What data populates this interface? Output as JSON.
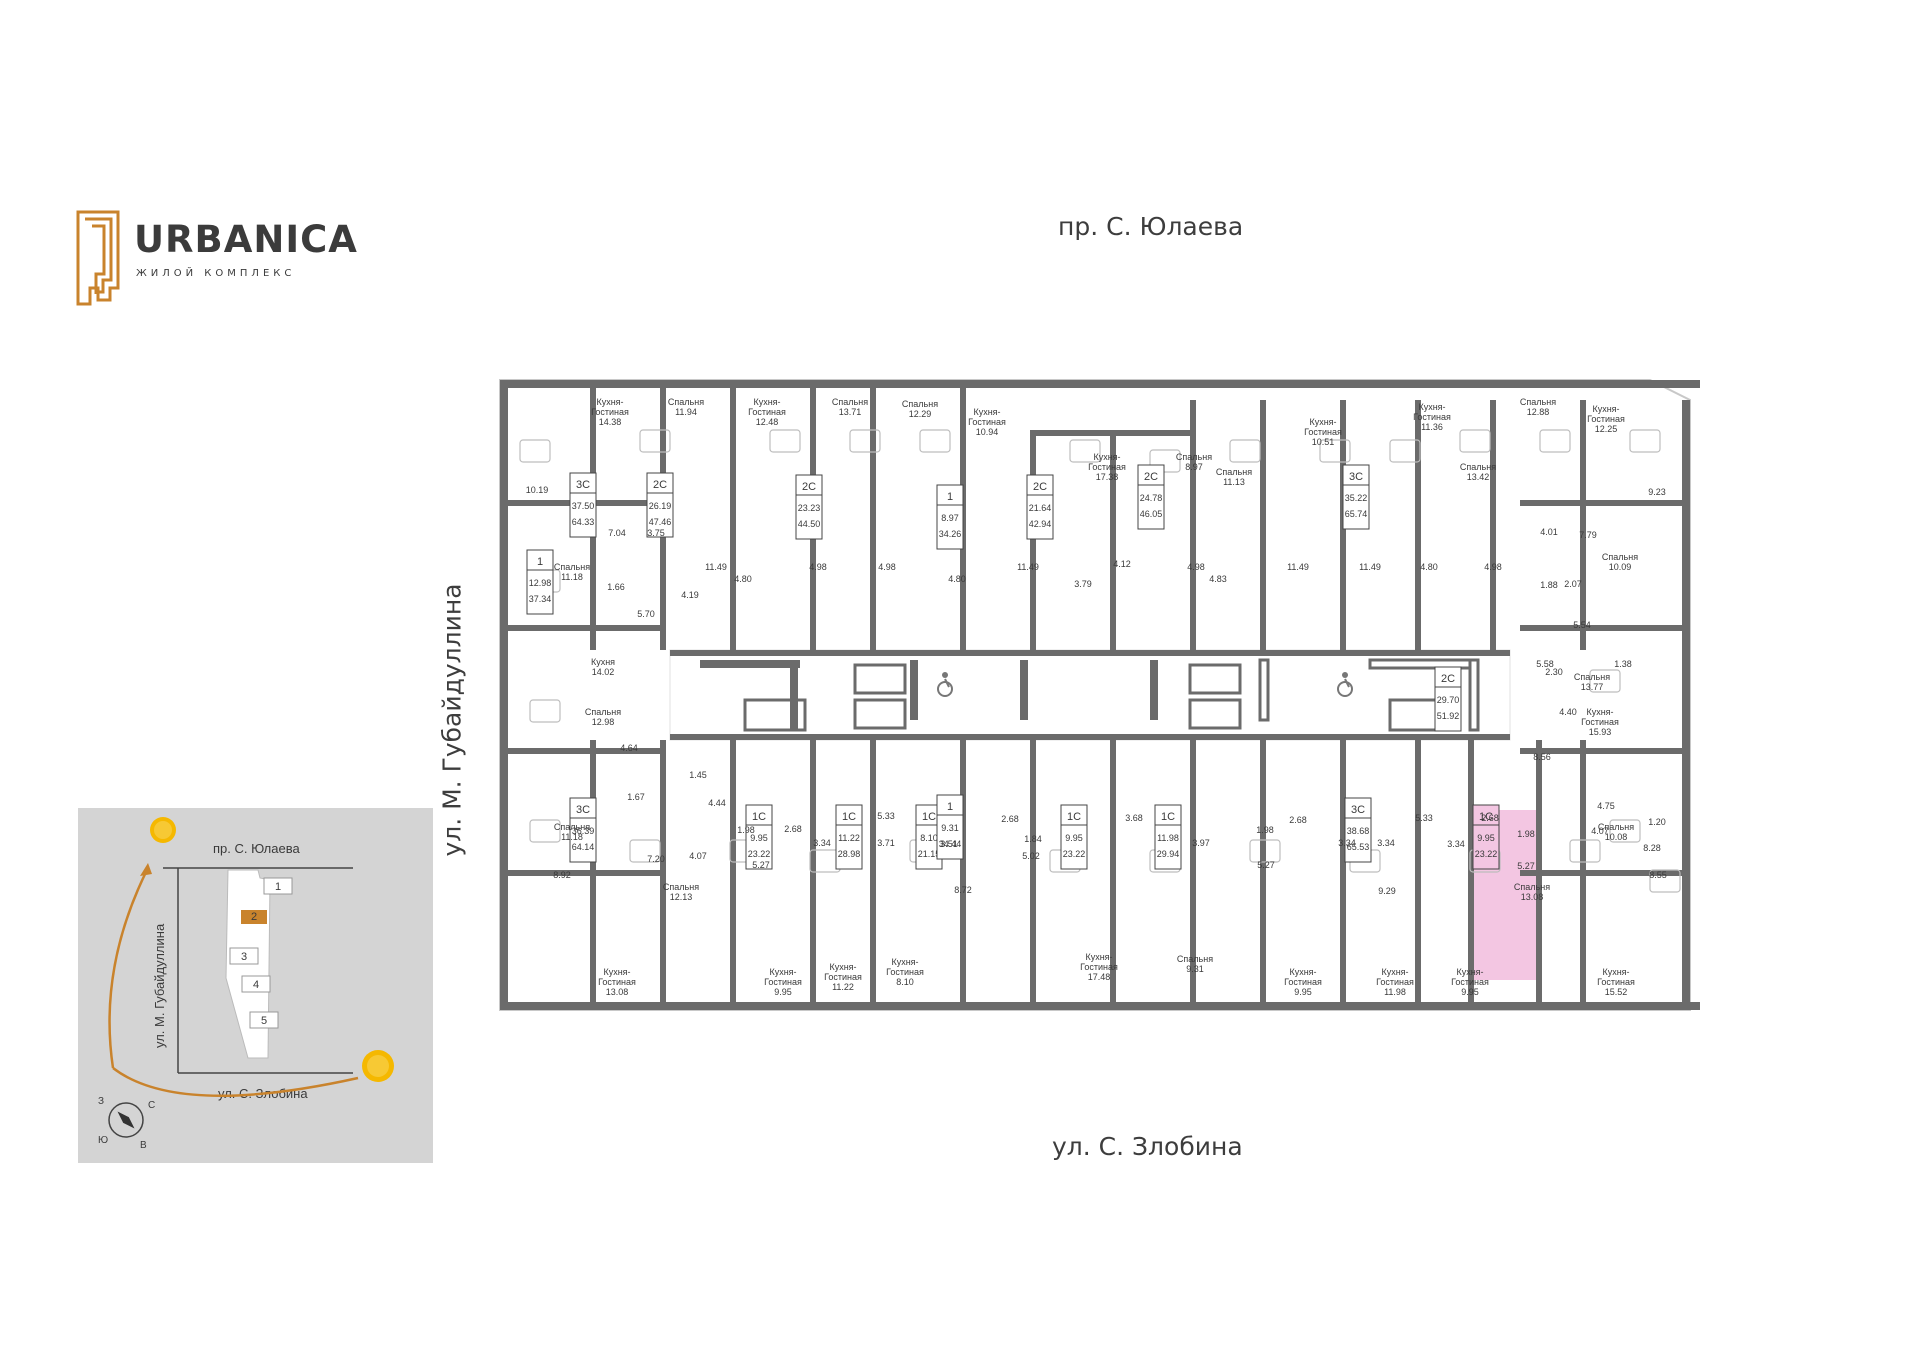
{
  "logo": {
    "name": "URBANICA",
    "subtitle": "ЖИЛОЙ КОМПЛЕКС"
  },
  "streets": {
    "top": "пр. С. Юлаева",
    "bottom": "ул. С. Злобина",
    "left": "ул. М. Губайдуллина"
  },
  "colors": {
    "wall": "#6b6b6b",
    "accent": "#c9832c",
    "highlight": "#f3c6e2",
    "minimap_bg": "#d4d4d4"
  },
  "minimap": {
    "street_top": "пр. С. Юлаева",
    "street_bottom": "ул. С. Злобина",
    "street_left": "ул. М. Губайдуллина",
    "sections": [
      "1",
      "2",
      "3",
      "4",
      "5"
    ],
    "selected_section": "2",
    "compass": [
      "З",
      "С",
      "Ю",
      "В"
    ]
  },
  "apartments": [
    {
      "id": "a1",
      "type": "3С",
      "living": "37.50",
      "total": "64.33"
    },
    {
      "id": "a2",
      "type": "2С",
      "living": "26.19",
      "total": "47.46"
    },
    {
      "id": "a3",
      "type": "2С",
      "living": "23.23",
      "total": "44.50"
    },
    {
      "id": "a4",
      "type": "1",
      "living": "8.97",
      "total": "34.26"
    },
    {
      "id": "a5",
      "type": "2С",
      "living": "21.64",
      "total": "42.94"
    },
    {
      "id": "a6",
      "type": "2С",
      "living": "24.78",
      "total": "46.05"
    },
    {
      "id": "a7",
      "type": "3С",
      "living": "35.22",
      "total": "65.74"
    },
    {
      "id": "a8",
      "type": "1",
      "living": "12.98",
      "total": "37.34"
    },
    {
      "id": "a9",
      "type": "2С",
      "living": "29.70",
      "total": "51.92"
    },
    {
      "id": "a10",
      "type": "3С",
      "living": "36.39",
      "total": "64.14"
    },
    {
      "id": "a11",
      "type": "1С",
      "living": "9.95",
      "total": "23.22"
    },
    {
      "id": "a12",
      "type": "1С",
      "living": "11.22",
      "total": "28.98"
    },
    {
      "id": "a13",
      "type": "1С",
      "living": "8.10",
      "total": "21.15"
    },
    {
      "id": "a14",
      "type": "1",
      "living": "9.31",
      "total": "34.44"
    },
    {
      "id": "a15",
      "type": "1С",
      "living": "9.95",
      "total": "23.22"
    },
    {
      "id": "a16",
      "type": "1С",
      "living": "11.98",
      "total": "29.94"
    },
    {
      "id": "a17",
      "type": "1С",
      "living": "9.95",
      "total": "23.22",
      "highlighted": true
    },
    {
      "id": "a18",
      "type": "3С",
      "living": "38.68",
      "total": "65.53"
    }
  ],
  "rooms": [
    {
      "l1": "Кухня-",
      "l2": "Гостиная",
      "v": "14.38"
    },
    {
      "l1": "Спальня",
      "v": "11.94"
    },
    {
      "l1": "Кухня-",
      "l2": "Гостиная",
      "v": "12.48"
    },
    {
      "l1": "Спальня",
      "v": "13.71"
    },
    {
      "l1": "Спальня",
      "v": "12.29"
    },
    {
      "l1": "Кухня-",
      "l2": "Гостиная",
      "v": "10.94"
    },
    {
      "l1": "Кухня-",
      "l2": "Гостиная",
      "v": "17.38"
    },
    {
      "l1": "Спальня",
      "v": "8.97"
    },
    {
      "l1": "Спальня",
      "v": "11.13"
    },
    {
      "l1": "Кухня-",
      "l2": "Гостиная",
      "v": "10.51"
    },
    {
      "l1": "Кухня-",
      "l2": "Гостиная",
      "v": "11.36"
    },
    {
      "l1": "Спальня",
      "v": "13.42"
    },
    {
      "l1": "Спальня",
      "v": "12.88"
    },
    {
      "l1": "Кухня-",
      "l2": "Гостиная",
      "v": "12.25"
    },
    {
      "l1": "Спальня",
      "v": "11.18"
    },
    {
      "l1": "Кухня",
      "v": "14.02"
    },
    {
      "l1": "Спальня",
      "v": "12.98"
    },
    {
      "l1": "Спальня",
      "v": "10.09"
    },
    {
      "l1": "Спальня",
      "v": "13.77"
    },
    {
      "l1": "Кухня-",
      "l2": "Гостиная",
      "v": "15.93"
    },
    {
      "l1": "Спальня",
      "v": "11.18"
    },
    {
      "l1": "Спальня",
      "v": "12.13"
    },
    {
      "l1": "Кухня-",
      "l2": "Гостиная",
      "v": "13.08"
    },
    {
      "l1": "Кухня-",
      "l2": "Гостиная",
      "v": "9.95"
    },
    {
      "l1": "Кухня-",
      "l2": "Гостиная",
      "v": "11.22"
    },
    {
      "l1": "Кухня-",
      "l2": "Гостиная",
      "v": "8.10"
    },
    {
      "l1": "Кухня-",
      "l2": "Гостиная",
      "v": "17.48"
    },
    {
      "l1": "Спальня",
      "v": "9.31"
    },
    {
      "l1": "Кухня-",
      "l2": "Гостиная",
      "v": "9.95"
    },
    {
      "l1": "Кухня-",
      "l2": "Гостиная",
      "v": "11.98"
    },
    {
      "l1": "Кухня-",
      "l2": "Гостиная",
      "v": "9.95"
    },
    {
      "l1": "Спальня",
      "v": "13.08"
    },
    {
      "l1": "Спальня",
      "v": "10.08"
    },
    {
      "l1": "Кухня-",
      "l2": "Гостиная",
      "v": "15.52"
    }
  ],
  "areas": [
    "10.19",
    "7.04",
    "3.75",
    "11.49",
    "4.80",
    "4.98",
    "4.98",
    "4.80",
    "11.49",
    "3.79",
    "4.12",
    "4.98",
    "4.83",
    "11.49",
    "11.49",
    "4.80",
    "4.98",
    "4.01",
    "7.79",
    "9.23",
    "1.66",
    "4.19",
    "1.88",
    "2.07",
    "5.70",
    "5.54",
    "5.58",
    "1.38",
    "2.30",
    "4.40",
    "8.56",
    "4.64",
    "1.45",
    "4.44",
    "1.67",
    "4.75",
    "1.20",
    "1.98",
    "2.68",
    "3.34",
    "5.33",
    "3.71",
    "3.51",
    "2.68",
    "1.84",
    "3.68",
    "3.97",
    "1.98",
    "2.68",
    "3.34",
    "3.34",
    "5.33",
    "3.34",
    "2.68",
    "1.98",
    "4.07",
    "8.28",
    "4.07",
    "7.20",
    "8.92",
    "5.27",
    "8.72",
    "5.02",
    "5.27",
    "9.29",
    "5.27",
    "8.55"
  ]
}
